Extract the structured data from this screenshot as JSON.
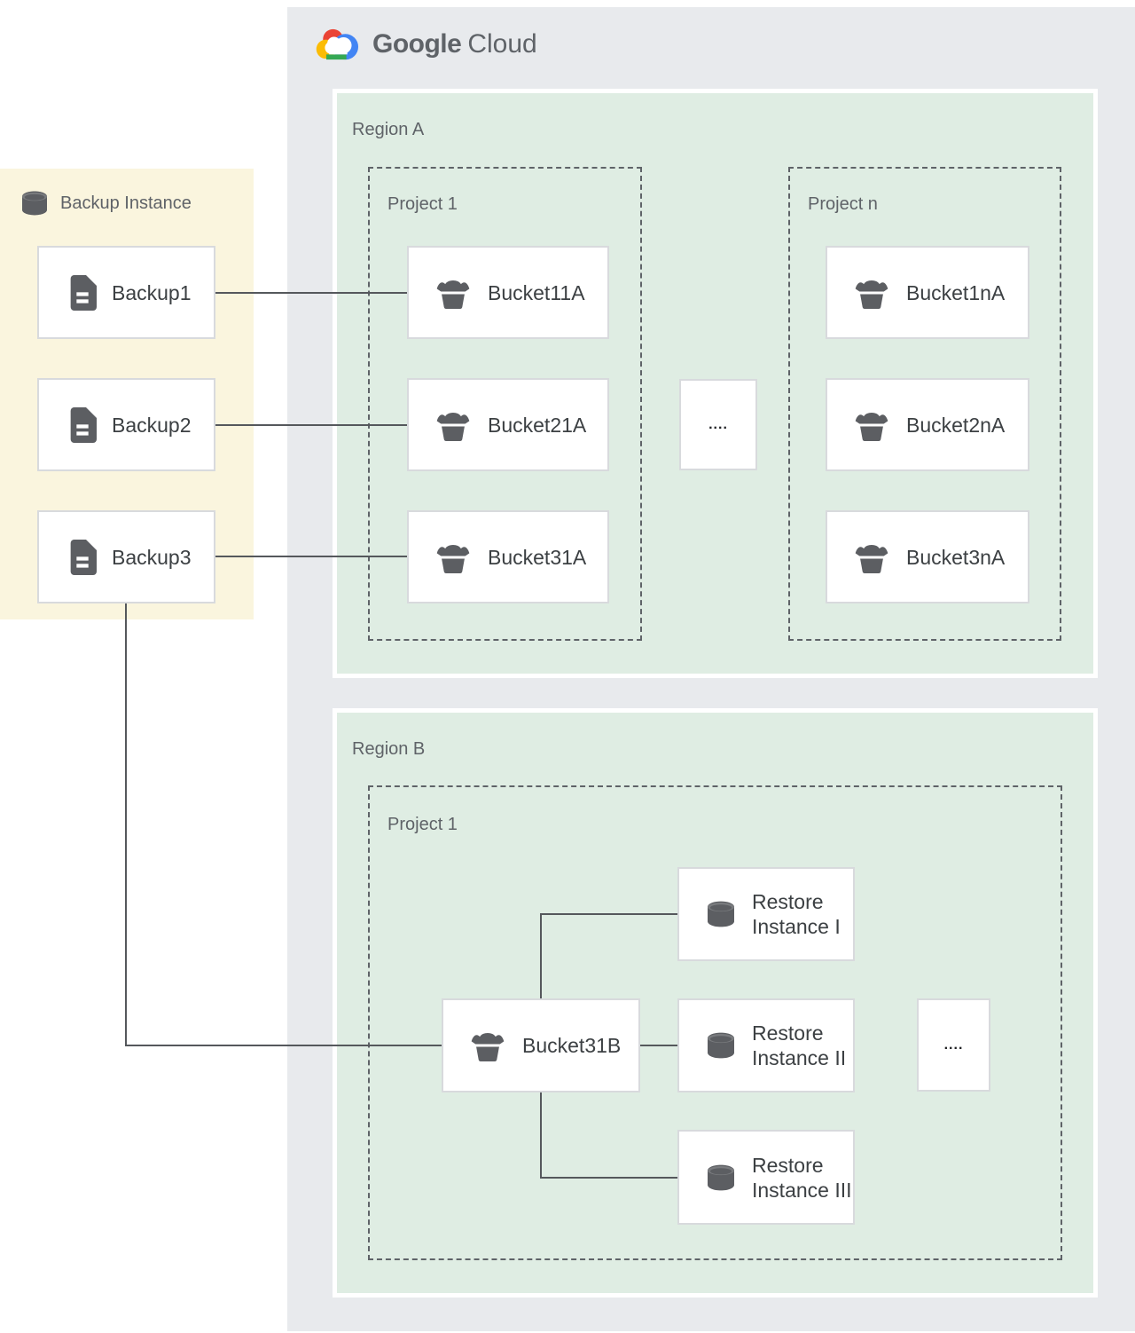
{
  "brand": {
    "name_primary": "Google",
    "name_secondary": "Cloud"
  },
  "colors": {
    "cloud_panel": "#E8EAED",
    "region_fill": "#DFEDE3",
    "backup_panel_fill": "#FAF5DE",
    "node_border": "#D8DADD",
    "connector": "#55585C",
    "label_muted": "#5F6368",
    "label_dark": "#3C4043",
    "icon_gray": "#5C5E62",
    "google_red": "#EA4335",
    "google_blue": "#4285F4",
    "google_yellow": "#FBBC05",
    "google_green": "#34A853"
  },
  "backup_panel": {
    "title": "Backup Instance",
    "items": [
      {
        "label": "Backup1"
      },
      {
        "label": "Backup2"
      },
      {
        "label": "Backup3"
      }
    ]
  },
  "region_a": {
    "label": "Region A",
    "projects": [
      {
        "label": "Project 1",
        "buckets": [
          {
            "label": "Bucket11A"
          },
          {
            "label": "Bucket21A"
          },
          {
            "label": "Bucket31A"
          }
        ]
      },
      {
        "label": "Project n",
        "buckets": [
          {
            "label": "Bucket1nA"
          },
          {
            "label": "Bucket2nA"
          },
          {
            "label": "Bucket3nA"
          }
        ]
      }
    ],
    "ellipsis": "...."
  },
  "region_b": {
    "label": "Region B",
    "project": {
      "label": "Project 1",
      "bucket": {
        "label": "Bucket31B"
      },
      "restore_instances": [
        {
          "line1": "Restore",
          "line2": "Instance I"
        },
        {
          "line1": "Restore",
          "line2": "Instance II"
        },
        {
          "line1": "Restore",
          "line2": "Instance III"
        }
      ],
      "ellipsis": "...."
    }
  }
}
